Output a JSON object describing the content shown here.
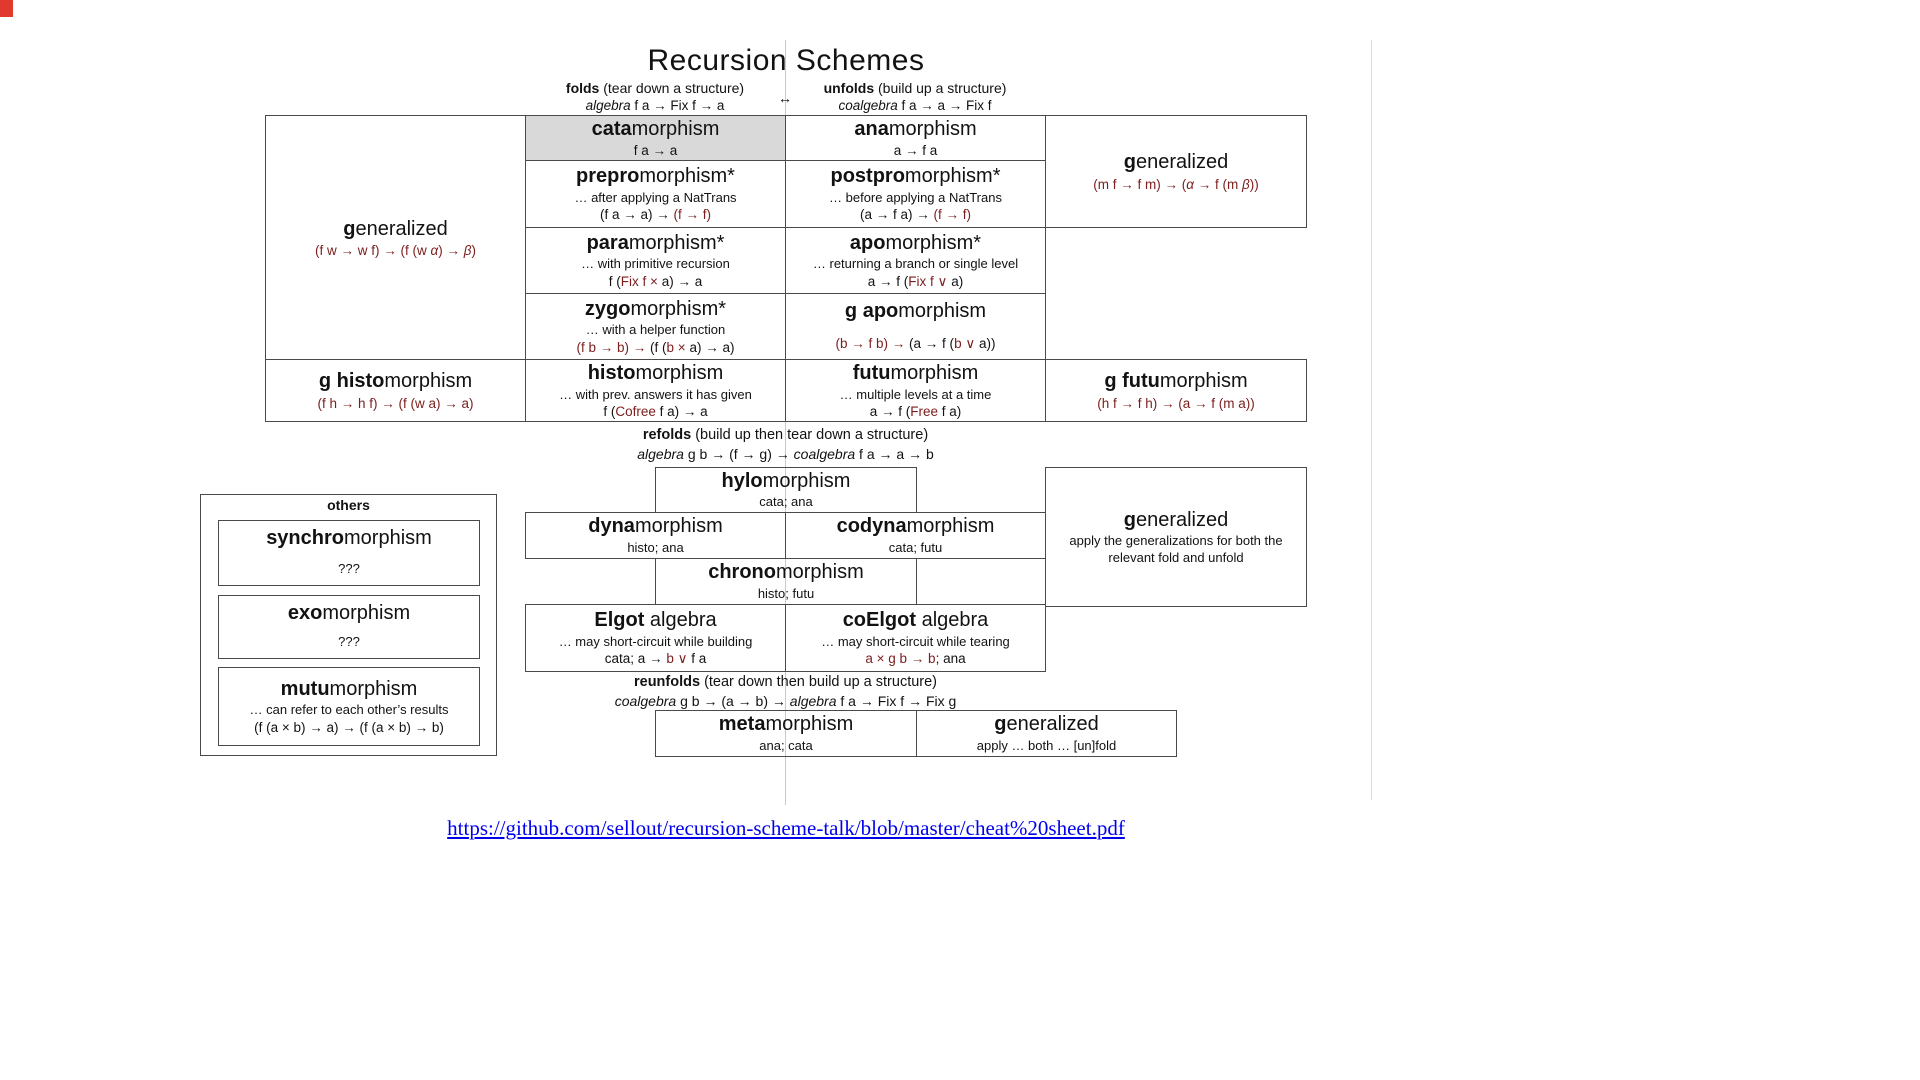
{
  "page": {
    "title": "Recursion Schemes",
    "link": "https://github.com/sellout/recursion-scheme-talk/blob/master/cheat%20sheet.pdf"
  },
  "colors": {
    "accent_red": "#7b1d1d",
    "link_blue": "#0000ee",
    "highlight_gray": "#d9d9d9",
    "border_gray": "#4a4a4a"
  },
  "header": {
    "folds_label": [
      {
        "t": "folds",
        "c": "b"
      },
      {
        "t": " (tear down a structure)"
      }
    ],
    "folds_sig": [
      {
        "t": "algebra",
        "c": "i"
      },
      {
        "t": " f a → Fix f → a"
      }
    ],
    "arrow": "↔",
    "unfolds_label": [
      {
        "t": "unfolds",
        "c": "b"
      },
      {
        "t": " (build up a structure)"
      }
    ],
    "unfolds_sig": [
      {
        "t": "coalgebra",
        "c": "i"
      },
      {
        "t": " f a → a → Fix f"
      }
    ]
  },
  "captions": {
    "refolds_label": [
      {
        "t": "refolds",
        "c": "b"
      },
      {
        "t": " (build up then tear down a structure)"
      }
    ],
    "refolds_sig": [
      {
        "t": "algebra",
        "c": "i"
      },
      {
        "t": " g b → (f → g) → "
      },
      {
        "t": "coalgebra",
        "c": "i"
      },
      {
        "t": " f a → a → b"
      }
    ],
    "reunfolds_label": [
      {
        "t": "reunfolds",
        "c": "b"
      },
      {
        "t": " (tear down then build up a structure)"
      }
    ],
    "reunfolds_sig": [
      {
        "t": "coalgebra",
        "c": "i"
      },
      {
        "t": " g b → (a → b) → "
      },
      {
        "t": "algebra",
        "c": "i"
      },
      {
        "t": " f a → Fix f → Fix g"
      }
    ]
  },
  "cells": {
    "generalized_left": {
      "name": [
        {
          "t": "g",
          "c": "b"
        },
        {
          "t": "eneralized"
        }
      ],
      "sig": [
        {
          "t": "(f w → w f) → (f (w ",
          "c": "r"
        },
        {
          "t": "α",
          "c": "r i"
        },
        {
          "t": ") → ",
          "c": "r"
        },
        {
          "t": "β",
          "c": "r i"
        },
        {
          "t": ")",
          "c": "r"
        }
      ]
    },
    "cata": {
      "name": [
        {
          "t": "cata",
          "c": "b"
        },
        {
          "t": "morphism"
        }
      ],
      "sig": [
        {
          "t": "f a → a"
        }
      ]
    },
    "ana": {
      "name": [
        {
          "t": "ana",
          "c": "b"
        },
        {
          "t": "morphism"
        }
      ],
      "sig": [
        {
          "t": "a → f a"
        }
      ]
    },
    "prepro": {
      "name": [
        {
          "t": "prepro",
          "c": "b"
        },
        {
          "t": "morphism*"
        }
      ],
      "desc": "… after applying a NatTrans",
      "sig": [
        {
          "t": "(f a → a) → "
        },
        {
          "t": "(f → f)",
          "c": "r"
        }
      ]
    },
    "postpro": {
      "name": [
        {
          "t": "postpro",
          "c": "b"
        },
        {
          "t": "morphism*"
        }
      ],
      "desc": "… before applying a NatTrans",
      "sig": [
        {
          "t": "(a → f a) → "
        },
        {
          "t": "(f → f)",
          "c": "r"
        }
      ]
    },
    "generalized_right": {
      "name": [
        {
          "t": "g",
          "c": "b"
        },
        {
          "t": "eneralized"
        }
      ],
      "sig": [
        {
          "t": "(m f → f m) → (",
          "c": "r"
        },
        {
          "t": "α",
          "c": "r i"
        },
        {
          "t": " → f (m ",
          "c": "r"
        },
        {
          "t": "β",
          "c": "r i"
        },
        {
          "t": "))",
          "c": "r"
        }
      ]
    },
    "para": {
      "name": [
        {
          "t": "para",
          "c": "b"
        },
        {
          "t": "morphism*"
        }
      ],
      "desc": "… with primitive recursion",
      "sig": [
        {
          "t": "f ("
        },
        {
          "t": "Fix f × ",
          "c": "r"
        },
        {
          "t": "a) → a"
        }
      ]
    },
    "apo": {
      "name": [
        {
          "t": "apo",
          "c": "b"
        },
        {
          "t": "morphism*"
        }
      ],
      "desc": "… returning a branch or single level",
      "sig": [
        {
          "t": "a → f ("
        },
        {
          "t": "Fix f ∨ ",
          "c": "r"
        },
        {
          "t": "a)"
        }
      ]
    },
    "zygo": {
      "name": [
        {
          "t": "zygo",
          "c": "b"
        },
        {
          "t": "morphism*"
        }
      ],
      "desc": "… with a helper function",
      "sig": [
        {
          "t": "(f b → b) → ",
          "c": "r"
        },
        {
          "t": "(f ("
        },
        {
          "t": "b × ",
          "c": "r"
        },
        {
          "t": "a) → a)"
        }
      ]
    },
    "gapo": {
      "name": [
        {
          "t": "g apo",
          "c": "b"
        },
        {
          "t": "morphism"
        }
      ],
      "sig": [
        {
          "t": "(b → f b) → ",
          "c": "r"
        },
        {
          "t": "(a → f ("
        },
        {
          "t": "b ∨ ",
          "c": "r"
        },
        {
          "t": "a))"
        }
      ]
    },
    "ghisto": {
      "name": [
        {
          "t": "g histo",
          "c": "b"
        },
        {
          "t": "morphism"
        }
      ],
      "sig": [
        {
          "t": "(f h → h f) → (f (w a) → a)",
          "c": "r"
        }
      ]
    },
    "histo": {
      "name": [
        {
          "t": "histo",
          "c": "b"
        },
        {
          "t": "morphism"
        }
      ],
      "desc": "… with prev. answers it has given",
      "sig": [
        {
          "t": "f ("
        },
        {
          "t": "Cofree",
          "c": "r"
        },
        {
          "t": " f a) → a"
        }
      ]
    },
    "futu": {
      "name": [
        {
          "t": "futu",
          "c": "b"
        },
        {
          "t": "morphism"
        }
      ],
      "desc": "… multiple levels at a time",
      "sig": [
        {
          "t": "a → f ("
        },
        {
          "t": "Free",
          "c": "r"
        },
        {
          "t": " f a)"
        }
      ]
    },
    "gfutu": {
      "name": [
        {
          "t": "g futu",
          "c": "b"
        },
        {
          "t": "morphism"
        }
      ],
      "sig": [
        {
          "t": "(h f → f h) → (a → f (m a))",
          "c": "r"
        }
      ]
    },
    "hylo": {
      "name": [
        {
          "t": "hylo",
          "c": "b"
        },
        {
          "t": "morphism"
        }
      ],
      "sub": "cata; ana"
    },
    "dyna": {
      "name": [
        {
          "t": "dyna",
          "c": "b"
        },
        {
          "t": "morphism"
        }
      ],
      "sub": "histo; ana"
    },
    "codyna": {
      "name": [
        {
          "t": "codyna",
          "c": "b"
        },
        {
          "t": "morphism"
        }
      ],
      "sub": "cata; futu"
    },
    "chrono": {
      "name": [
        {
          "t": "chrono",
          "c": "b"
        },
        {
          "t": "morphism"
        }
      ],
      "sub": "histo; futu"
    },
    "elgot": {
      "name": [
        {
          "t": "Elgot",
          "c": "b"
        },
        {
          "t": " algebra"
        }
      ],
      "desc": "… may short-circuit while building",
      "sig": [
        {
          "t": "cata; a → "
        },
        {
          "t": "b ∨",
          "c": "r"
        },
        {
          "t": " f a"
        }
      ]
    },
    "coelgot": {
      "name": [
        {
          "t": "coElgot",
          "c": "b"
        },
        {
          "t": " algebra"
        }
      ],
      "desc": "… may short-circuit while tearing",
      "sig": [
        {
          "t": "a × g b → b",
          "c": "r"
        },
        {
          "t": "; ana"
        }
      ]
    },
    "generalized_mid": {
      "name": [
        {
          "t": "g",
          "c": "b"
        },
        {
          "t": "eneralized"
        }
      ],
      "desc": "apply the generalizations for both the relevant fold and unfold"
    },
    "meta": {
      "name": [
        {
          "t": "meta",
          "c": "b"
        },
        {
          "t": "morphism"
        }
      ],
      "sub": "ana; cata"
    },
    "generalized_bottom": {
      "name": [
        {
          "t": "g",
          "c": "b"
        },
        {
          "t": "eneralized"
        }
      ],
      "sub": "apply … both … [un]fold"
    }
  },
  "others": {
    "label": [
      {
        "t": "others",
        "c": "b"
      }
    ],
    "synchro": {
      "name": [
        {
          "t": "synchro",
          "c": "b"
        },
        {
          "t": "morphism"
        }
      ],
      "sub": "???"
    },
    "exo": {
      "name": [
        {
          "t": "exo",
          "c": "b"
        },
        {
          "t": "morphism"
        }
      ],
      "sub": "???"
    },
    "mutu": {
      "name": [
        {
          "t": "mutu",
          "c": "b"
        },
        {
          "t": "morphism"
        }
      ],
      "desc": "… can refer to each other’s results",
      "sig": [
        {
          "t": "(f (a × b) → a) → (f (a × b) → b)"
        }
      ]
    }
  }
}
